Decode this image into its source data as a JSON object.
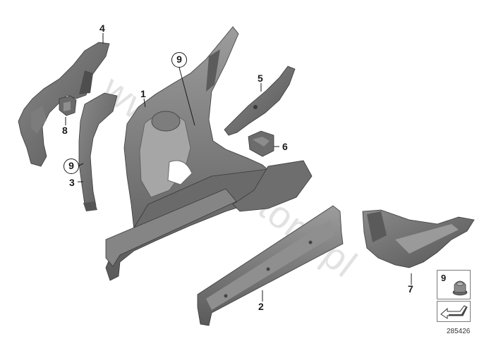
{
  "watermark": "www.bmwstore.pl",
  "parts": [
    {
      "number": "1"
    },
    {
      "number": "2"
    },
    {
      "number": "3"
    },
    {
      "number": "4"
    },
    {
      "number": "5"
    },
    {
      "number": "6"
    },
    {
      "number": "7"
    },
    {
      "number": "8"
    }
  ],
  "callouts": [
    {
      "number": "9"
    },
    {
      "number": "9"
    }
  ],
  "fastener_box": {
    "number": "9"
  },
  "reference_number": "285426",
  "colors": {
    "part_fill": "#6f6f6f",
    "part_dark": "#4a4a4a",
    "part_light": "#9a9a9a",
    "line": "#1a1a1a"
  }
}
